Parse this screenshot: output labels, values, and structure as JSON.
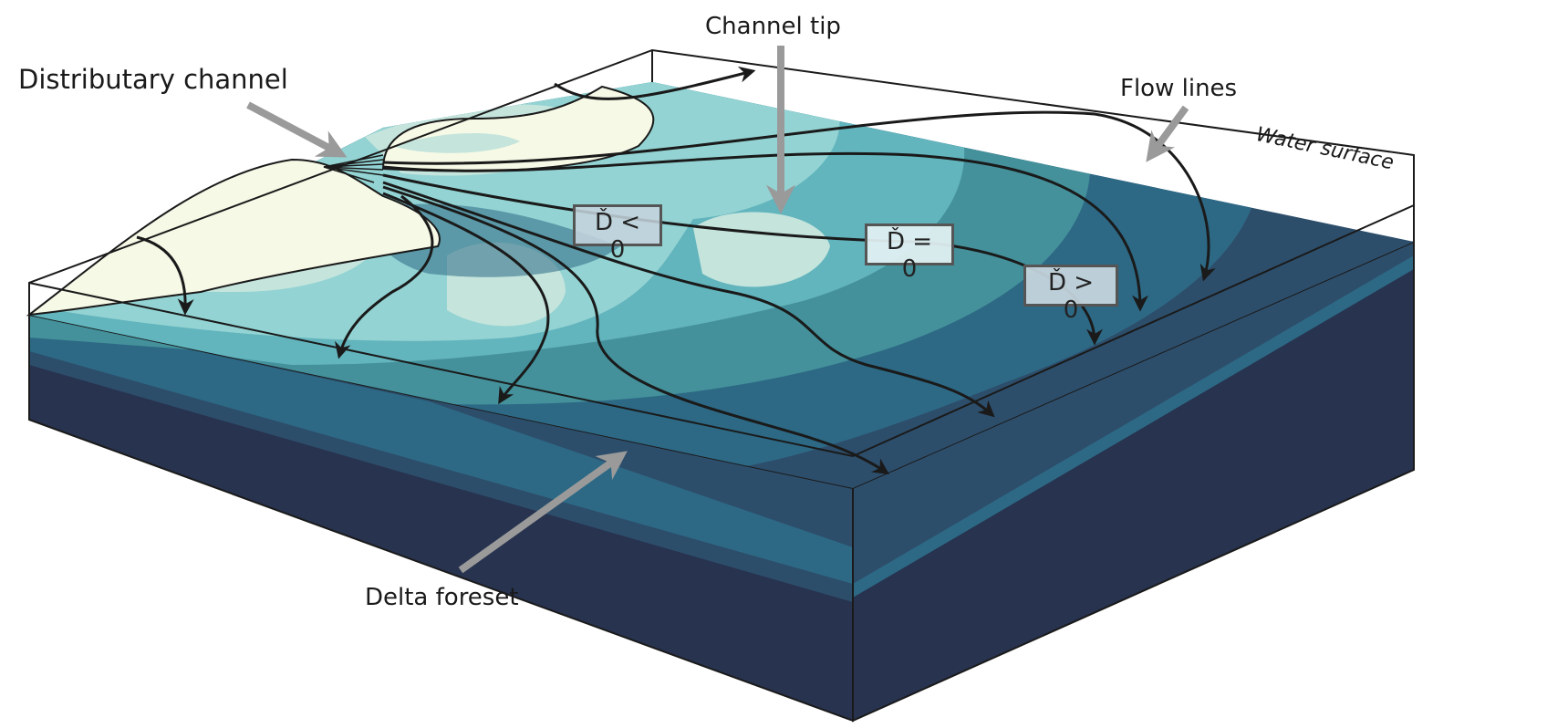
{
  "labels": {
    "distributary_channel": "Distributary channel",
    "channel_tip": "Channel tip",
    "flow_lines": "Flow lines",
    "water_surface": "Water surface",
    "delta_foreset": "Delta foreset"
  },
  "d_boxes": [
    {
      "text": "Ď < 0",
      "color": "#c4d3dc"
    },
    {
      "text": "Ď = 0",
      "color": "#e2f1f3"
    },
    {
      "text": "Ď > 0",
      "color": "#c6d5de"
    }
  ],
  "colors": {
    "sand": "#f6f9e6",
    "shallow": "#c4e4dc",
    "mid1": "#93d3d3",
    "mid2": "#62b4bd",
    "mid3": "#44919b",
    "deep1": "#2d6985",
    "deep2": "#2d4e6b",
    "base": "#27334f",
    "arrow_grey": "#9a9a9a"
  }
}
